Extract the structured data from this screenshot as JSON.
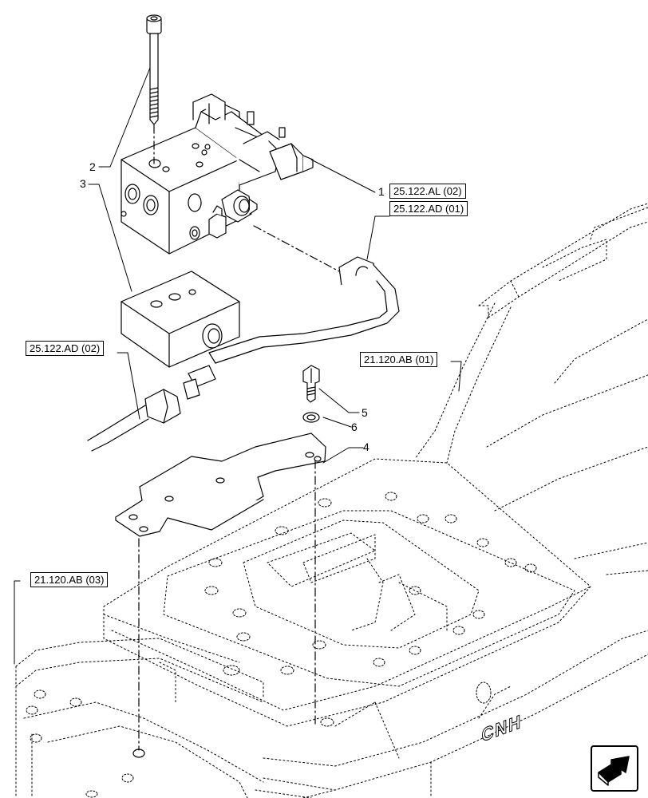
{
  "callouts": {
    "c1": "1",
    "c2": "2",
    "c3": "3",
    "c4": "4",
    "c5": "5",
    "c6": "6"
  },
  "references": {
    "r_al02": "25.122.AL (02)",
    "r_ad01": "25.122.AD (01)",
    "r_ad02": "25.122.AD (02)",
    "r_ab01": "21.120.AB (01)",
    "r_ab03": "21.120.AB (03)"
  },
  "housing_text": "CNH",
  "nav": {
    "icon": "next-page-arrow-icon"
  }
}
